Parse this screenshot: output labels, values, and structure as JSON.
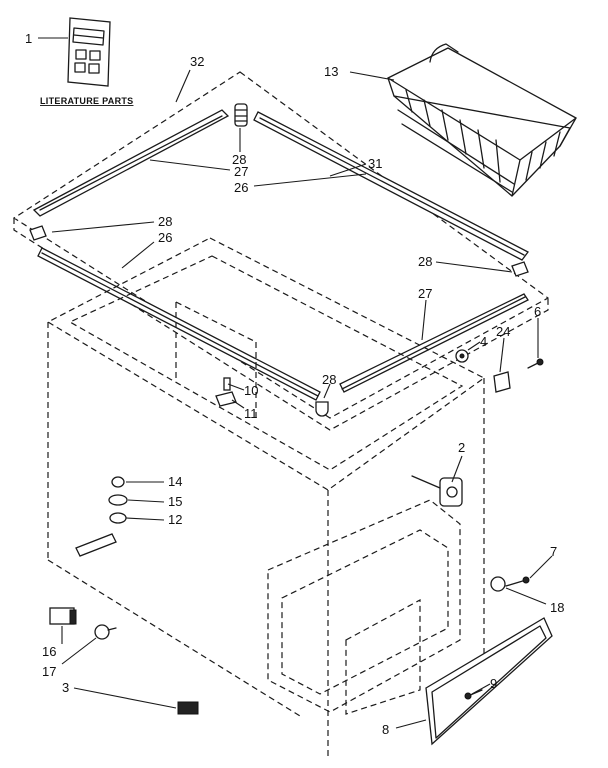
{
  "literature_caption": "LITERATURE PARTS",
  "callouts": {
    "c1": "1",
    "c32": "32",
    "c13": "13",
    "c28a": "28",
    "c27a": "27",
    "c31": "31",
    "c26a": "26",
    "c28b": "28",
    "c26b": "26",
    "c28c": "28",
    "c27b": "27",
    "c6": "6",
    "c24": "24",
    "c4": "4",
    "c28d": "28",
    "c10": "10",
    "c11": "11",
    "c2": "2",
    "c14": "14",
    "c15": "15",
    "c12": "12",
    "c7": "7",
    "c18": "18",
    "c16": "16",
    "c17": "17",
    "c9": "9",
    "c3": "3",
    "c8": "8"
  }
}
